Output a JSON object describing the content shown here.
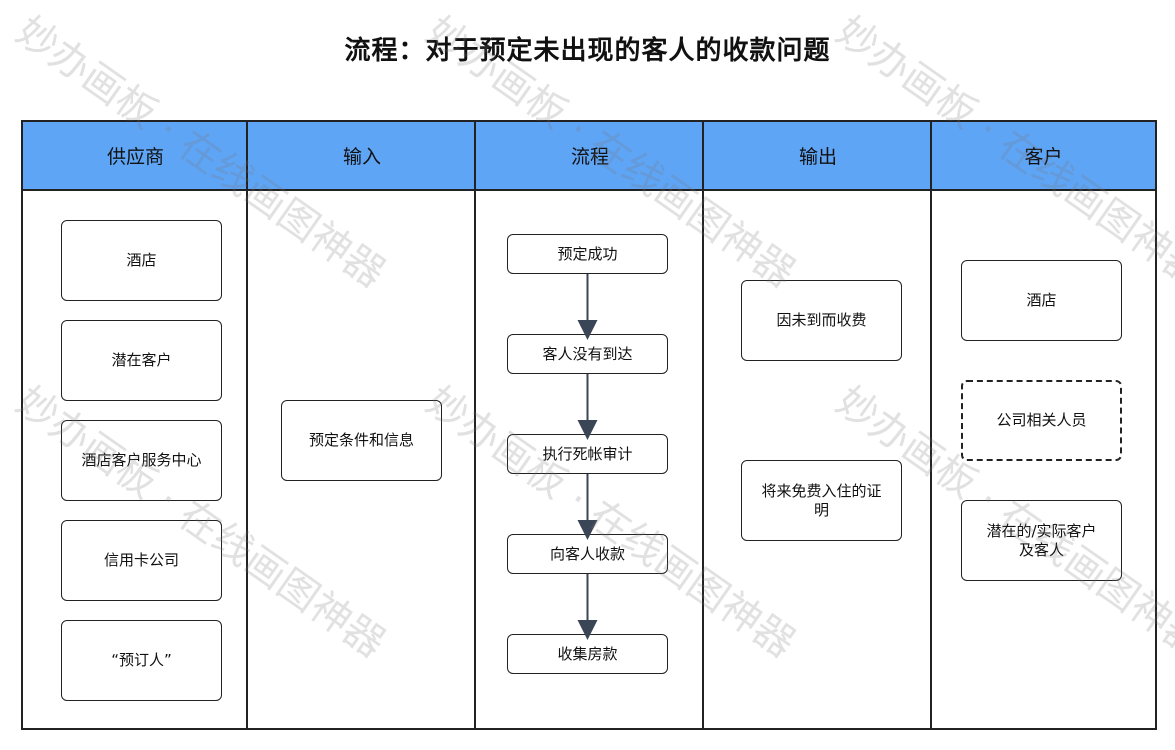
{
  "title": "流程：对于预定未出现的客人的收款问题",
  "headers": [
    "供应商",
    "输入",
    "流程",
    "输出",
    "客户"
  ],
  "supplier_boxes": [
    "酒店",
    "潜在客户",
    "酒店客户服务中心",
    "信用卡公司",
    "“预订人”"
  ],
  "input_boxes": [
    "预定条件和信息"
  ],
  "process_steps": [
    "预定成功",
    "客人没有到达",
    "执行死帐审计",
    "向客人收款",
    "收集房款"
  ],
  "output_boxes": [
    "因未到而收费",
    "将来免费入住的证明"
  ],
  "customer_boxes": [
    "酒店",
    "公司相关人员",
    "潜在的/实际客户及客人"
  ],
  "watermark": "妙办画板 · 在线画图神器",
  "colors": {
    "header_bg": "#5fa5f5",
    "line": "#222222",
    "arrow": "#3a4656"
  }
}
